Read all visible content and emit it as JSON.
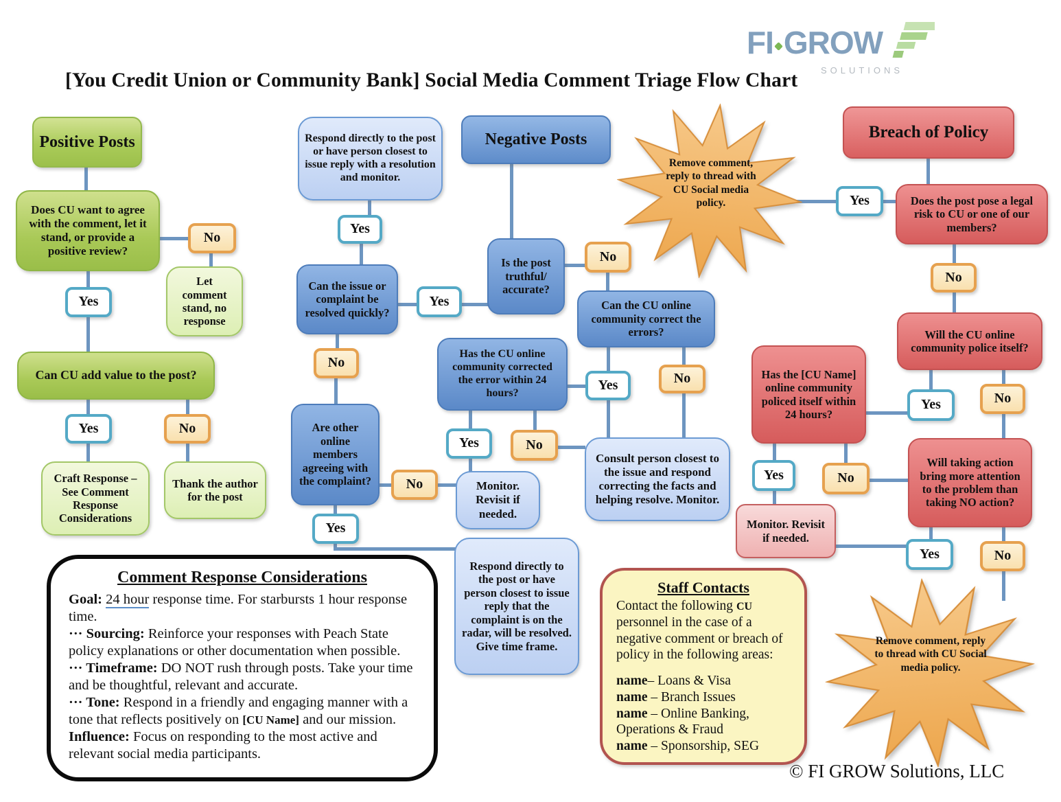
{
  "page": {
    "title": "[You Credit Union or Community Bank] Social Media Comment Triage Flow Chart",
    "copyright": "© FI GROW Solutions, LLC"
  },
  "logo": {
    "fi": "FI",
    "grow": "GROW",
    "solutions": "SOLUTIONS",
    "brand_blue": "#82a0bd",
    "brand_green": "#9cca7c"
  },
  "labels": {
    "yes": "Yes",
    "no": "No"
  },
  "nodes": {
    "positive_header": "Positive Posts",
    "pos_q_agree": "Does CU want to agree with the comment, let it stand, or provide a positive review?",
    "pos_let_stand": "Let comment stand, no response",
    "pos_q_value": "Can CU add value to the post?",
    "pos_craft": "Craft Response – See Comment Response Considerations",
    "pos_thank": "Thank the author for the post",
    "mid_respond_resolution": "Respond directly to the post or have person closest to issue reply with a resolution and monitor.",
    "mid_q_resolved": "Can the issue or complaint be resolved quickly?",
    "mid_q_agreeing": "Are other online members agreeing with the complaint?",
    "mid_monitor": "Monitor. Revisit if needed.",
    "mid_respond_radar": "Respond directly to the post or have person closest to issue reply that the complaint is on the radar, will be resolved. Give time frame.",
    "negative_header": "Negative Posts",
    "neg_q_truthful": "Is the post truthful/ accurate?",
    "neg_q_correct": "Can the CU online community correct the errors?",
    "neg_q_corrected24": "Has the CU online community corrected the error within 24 hours?",
    "neg_consult": "Consult person closest to the issue and respond correcting the facts and helping resolve. Monitor.",
    "breach_header": "Breach of Policy",
    "breach_q_legal": "Does the post pose a legal risk to CU or one of our members?",
    "breach_q_police": "Will the CU online community police itself?",
    "breach_q_policed24": "Has the [CU Name] online community policed itself within 24 hours?",
    "breach_monitor": "Monitor. Revisit if needed.",
    "breach_q_attention": "Will taking action bring more attention to the problem than taking NO action?",
    "starburst_text": "Remove comment, reply to thread with CU Social media policy."
  },
  "considerations": {
    "title": "Comment Response Considerations",
    "goal_label": "Goal:",
    "goal_underlined": "24 hour",
    "goal_rest": " response time. For starbursts 1 hour response time.",
    "sourcing_label": "··· Sourcing:",
    "sourcing_text": " Reinforce your responses with Peach State policy explanations or other documentation when possible.",
    "timeframe_label": "··· Timeframe:",
    "timeframe_text": " DO NOT rush through posts. Take your time and be thoughtful, relevant and accurate.",
    "tone_label": "··· Tone:",
    "tone_text_pre": " Respond in a friendly and engaging manner with a tone that reflects positively on ",
    "tone_cu": "[CU Name]",
    "tone_text_post": " and our mission.",
    "influence_label": "Influence:",
    "influence_text": " Focus on responding to the most active and relevant social media participants."
  },
  "staff": {
    "title": "Staff Contacts",
    "intro_pre": "Contact the following ",
    "intro_cu": "CU",
    "intro_post": " personnel in the case of a negative comment or breach of policy in the following areas:",
    "contacts": [
      {
        "name": "name",
        "role": "– Loans & Visa"
      },
      {
        "name": "name",
        "role": " – Branch Issues"
      },
      {
        "name": "name",
        "role": " – Online Banking, Operations & Fraud"
      },
      {
        "name": "name",
        "role": " – Sponsorship, SEG"
      }
    ]
  },
  "colors": {
    "connector": "#6d95c0",
    "green": "#a9c957",
    "blue": "#5e8cca",
    "red": "#d96060",
    "yes_border": "#54a9c6",
    "no_border": "#e6a14f",
    "starburst": "#f2b469"
  }
}
